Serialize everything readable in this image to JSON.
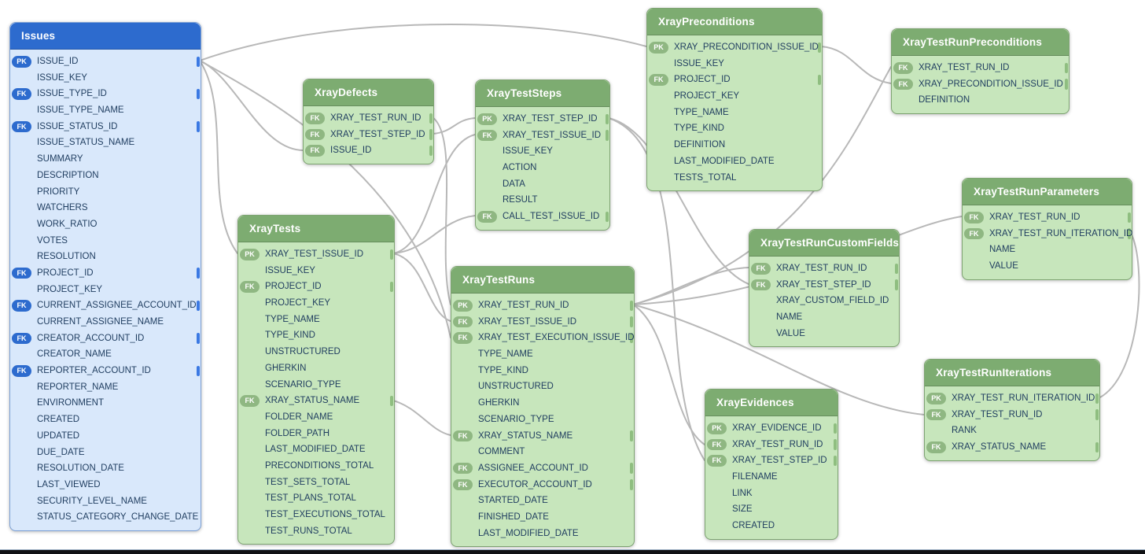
{
  "diagram": {
    "colors": {
      "accent_blue": "#2D6BCE",
      "blue_body": "#D9E8FB",
      "accent_green": "#7DAC71",
      "green_body": "#C7E6BC",
      "badge_green": "#8FB782",
      "relationship_line": "#B8B8B8",
      "field_text": "#1E3C5F",
      "bottom_bar": "#101114"
    },
    "badge_labels": {
      "primary_key": "PK",
      "foreign_key": "FK"
    },
    "tables": [
      {
        "id": "Issues",
        "title": "Issues",
        "theme": "blue",
        "fields": [
          {
            "key": "PK",
            "name": "ISSUE_ID"
          },
          {
            "key": "",
            "name": "ISSUE_KEY"
          },
          {
            "key": "FK",
            "name": "ISSUE_TYPE_ID"
          },
          {
            "key": "",
            "name": "ISSUE_TYPE_NAME"
          },
          {
            "key": "FK",
            "name": "ISSUE_STATUS_ID"
          },
          {
            "key": "",
            "name": "ISSUE_STATUS_NAME"
          },
          {
            "key": "",
            "name": "SUMMARY"
          },
          {
            "key": "",
            "name": "DESCRIPTION"
          },
          {
            "key": "",
            "name": "PRIORITY"
          },
          {
            "key": "",
            "name": "WATCHERS"
          },
          {
            "key": "",
            "name": "WORK_RATIO"
          },
          {
            "key": "",
            "name": "VOTES"
          },
          {
            "key": "",
            "name": "RESOLUTION"
          },
          {
            "key": "FK",
            "name": "PROJECT_ID"
          },
          {
            "key": "",
            "name": "PROJECT_KEY"
          },
          {
            "key": "FK",
            "name": "CURRENT_ASSIGNEE_ACCOUNT_ID"
          },
          {
            "key": "",
            "name": "CURRENT_ASSIGNEE_NAME"
          },
          {
            "key": "FK",
            "name": "CREATOR_ACCOUNT_ID"
          },
          {
            "key": "",
            "name": "CREATOR_NAME"
          },
          {
            "key": "FK",
            "name": "REPORTER_ACCOUNT_ID"
          },
          {
            "key": "",
            "name": "REPORTER_NAME"
          },
          {
            "key": "",
            "name": "ENVIRONMENT"
          },
          {
            "key": "",
            "name": "CREATED"
          },
          {
            "key": "",
            "name": "UPDATED"
          },
          {
            "key": "",
            "name": "DUE_DATE"
          },
          {
            "key": "",
            "name": "RESOLUTION_DATE"
          },
          {
            "key": "",
            "name": "LAST_VIEWED"
          },
          {
            "key": "",
            "name": "SECURITY_LEVEL_NAME"
          },
          {
            "key": "",
            "name": "STATUS_CATEGORY_CHANGE_DATE"
          }
        ]
      },
      {
        "id": "XrayDefects",
        "title": "XrayDefects",
        "theme": "green",
        "fields": [
          {
            "key": "FK",
            "name": "XRAY_TEST_RUN_ID"
          },
          {
            "key": "FK",
            "name": "XRAY_TEST_STEP_ID"
          },
          {
            "key": "FK",
            "name": "ISSUE_ID"
          }
        ]
      },
      {
        "id": "XrayTestSteps",
        "title": "XrayTestSteps",
        "theme": "green",
        "fields": [
          {
            "key": "PK",
            "name": "XRAY_TEST_STEP_ID"
          },
          {
            "key": "FK",
            "name": "XRAY_TEST_ISSUE_ID"
          },
          {
            "key": "",
            "name": "ISSUE_KEY"
          },
          {
            "key": "",
            "name": "ACTION"
          },
          {
            "key": "",
            "name": "DATA"
          },
          {
            "key": "",
            "name": "RESULT"
          },
          {
            "key": "FK",
            "name": "CALL_TEST_ISSUE_ID"
          }
        ]
      },
      {
        "id": "XrayPreconditions",
        "title": "XrayPreconditions",
        "theme": "green",
        "fields": [
          {
            "key": "PK",
            "name": "XRAY_PRECONDITION_ISSUE_ID"
          },
          {
            "key": "",
            "name": "ISSUE_KEY"
          },
          {
            "key": "FK",
            "name": "PROJECT_ID"
          },
          {
            "key": "",
            "name": "PROJECT_KEY"
          },
          {
            "key": "",
            "name": "TYPE_NAME"
          },
          {
            "key": "",
            "name": "TYPE_KIND"
          },
          {
            "key": "",
            "name": "DEFINITION"
          },
          {
            "key": "",
            "name": "LAST_MODIFIED_DATE"
          },
          {
            "key": "",
            "name": "TESTS_TOTAL"
          }
        ]
      },
      {
        "id": "XrayTestRunPreconditions",
        "title": "XrayTestRunPreconditions",
        "theme": "green",
        "fields": [
          {
            "key": "FK",
            "name": "XRAY_TEST_RUN_ID"
          },
          {
            "key": "FK",
            "name": "XRAY_PRECONDITION_ISSUE_ID"
          },
          {
            "key": "",
            "name": "DEFINITION"
          }
        ]
      },
      {
        "id": "XrayTests",
        "title": "XrayTests",
        "theme": "green",
        "fields": [
          {
            "key": "PK",
            "name": "XRAY_TEST_ISSUE_ID"
          },
          {
            "key": "",
            "name": "ISSUE_KEY"
          },
          {
            "key": "FK",
            "name": "PROJECT_ID"
          },
          {
            "key": "",
            "name": "PROJECT_KEY"
          },
          {
            "key": "",
            "name": "TYPE_NAME"
          },
          {
            "key": "",
            "name": "TYPE_KIND"
          },
          {
            "key": "",
            "name": "UNSTRUCTURED"
          },
          {
            "key": "",
            "name": "GHERKIN"
          },
          {
            "key": "",
            "name": "SCENARIO_TYPE"
          },
          {
            "key": "FK",
            "name": "XRAY_STATUS_NAME"
          },
          {
            "key": "",
            "name": "FOLDER_NAME"
          },
          {
            "key": "",
            "name": "FOLDER_PATH"
          },
          {
            "key": "",
            "name": "LAST_MODIFIED_DATE"
          },
          {
            "key": "",
            "name": "PRECONDITIONS_TOTAL"
          },
          {
            "key": "",
            "name": "TEST_SETS_TOTAL"
          },
          {
            "key": "",
            "name": "TEST_PLANS_TOTAL"
          },
          {
            "key": "",
            "name": "TEST_EXECUTIONS_TOTAL"
          },
          {
            "key": "",
            "name": "TEST_RUNS_TOTAL"
          }
        ]
      },
      {
        "id": "XrayTestRuns",
        "title": "XrayTestRuns",
        "theme": "green",
        "fields": [
          {
            "key": "PK",
            "name": "XRAY_TEST_RUN_ID"
          },
          {
            "key": "FK",
            "name": "XRAY_TEST_ISSUE_ID"
          },
          {
            "key": "FK",
            "name": "XRAY_TEST_EXECUTION_ISSUE_ID"
          },
          {
            "key": "",
            "name": "TYPE_NAME"
          },
          {
            "key": "",
            "name": "TYPE_KIND"
          },
          {
            "key": "",
            "name": "UNSTRUCTURED"
          },
          {
            "key": "",
            "name": "GHERKIN"
          },
          {
            "key": "",
            "name": "SCENARIO_TYPE"
          },
          {
            "key": "FK",
            "name": "XRAY_STATUS_NAME"
          },
          {
            "key": "",
            "name": "COMMENT"
          },
          {
            "key": "FK",
            "name": "ASSIGNEE_ACCOUNT_ID"
          },
          {
            "key": "FK",
            "name": "EXECUTOR_ACCOUNT_ID"
          },
          {
            "key": "",
            "name": "STARTED_DATE"
          },
          {
            "key": "",
            "name": "FINISHED_DATE"
          },
          {
            "key": "",
            "name": "LAST_MODIFIED_DATE"
          }
        ]
      },
      {
        "id": "XrayTestRunCustomFields",
        "title": "XrayTestRunCustomFields",
        "theme": "green",
        "fields": [
          {
            "key": "FK",
            "name": "XRAY_TEST_RUN_ID"
          },
          {
            "key": "FK",
            "name": "XRAY_TEST_STEP_ID"
          },
          {
            "key": "",
            "name": "XRAY_CUSTOM_FIELD_ID"
          },
          {
            "key": "",
            "name": "NAME"
          },
          {
            "key": "",
            "name": "VALUE"
          }
        ]
      },
      {
        "id": "XrayTestRunParameters",
        "title": "XrayTestRunParameters",
        "theme": "green",
        "fields": [
          {
            "key": "FK",
            "name": "XRAY_TEST_RUN_ID"
          },
          {
            "key": "FK",
            "name": "XRAY_TEST_RUN_ITERATION_ID"
          },
          {
            "key": "",
            "name": "NAME"
          },
          {
            "key": "",
            "name": "VALUE"
          }
        ]
      },
      {
        "id": "XrayEvidences",
        "title": "XrayEvidences",
        "theme": "green",
        "fields": [
          {
            "key": "PK",
            "name": "XRAY_EVIDENCE_ID"
          },
          {
            "key": "FK",
            "name": "XRAY_TEST_RUN_ID"
          },
          {
            "key": "FK",
            "name": "XRAY_TEST_STEP_ID"
          },
          {
            "key": "",
            "name": "FILENAME"
          },
          {
            "key": "",
            "name": "LINK"
          },
          {
            "key": "",
            "name": "SIZE"
          },
          {
            "key": "",
            "name": "CREATED"
          }
        ]
      },
      {
        "id": "XrayTestRunIterations",
        "title": "XrayTestRunIterations",
        "theme": "green",
        "fields": [
          {
            "key": "PK",
            "name": "XRAY_TEST_RUN_ITERATION_ID"
          },
          {
            "key": "FK",
            "name": "XRAY_TEST_RUN_ID"
          },
          {
            "key": "",
            "name": "RANK"
          },
          {
            "key": "FK",
            "name": "XRAY_STATUS_NAME"
          }
        ]
      }
    ],
    "relationships": [
      {
        "from": "Issues.ISSUE_ID",
        "to": "XrayPreconditions.XRAY_PRECONDITION_ISSUE_ID"
      },
      {
        "from": "Issues.ISSUE_ID",
        "to": "XrayDefects.ISSUE_ID"
      },
      {
        "from": "Issues.ISSUE_ID",
        "to": "XrayTests.XRAY_TEST_ISSUE_ID"
      },
      {
        "from": "Issues.ISSUE_ID",
        "to": "XrayTestRuns.XRAY_TEST_EXECUTION_ISSUE_ID"
      },
      {
        "from": "XrayTests.XRAY_TEST_ISSUE_ID",
        "to": "XrayTestSteps.XRAY_TEST_ISSUE_ID"
      },
      {
        "from": "XrayTests.XRAY_TEST_ISSUE_ID",
        "to": "XrayTestSteps.CALL_TEST_ISSUE_ID"
      },
      {
        "from": "XrayTests.XRAY_TEST_ISSUE_ID",
        "to": "XrayTestRuns.XRAY_TEST_ISSUE_ID"
      },
      {
        "from": "XrayDefects.XRAY_TEST_STEP_ID",
        "to": "XrayTestSteps.XRAY_TEST_STEP_ID"
      },
      {
        "from": "XrayDefects.XRAY_TEST_RUN_ID",
        "to": "XrayTestRuns.XRAY_TEST_RUN_ID"
      },
      {
        "from": "XrayTestSteps.XRAY_TEST_STEP_ID",
        "to": "XrayTestRunCustomFields.XRAY_TEST_STEP_ID"
      },
      {
        "from": "XrayTestSteps.XRAY_TEST_STEP_ID",
        "to": "XrayEvidences.XRAY_TEST_STEP_ID"
      },
      {
        "from": "XrayTestRuns.XRAY_TEST_RUN_ID",
        "to": "XrayTestRunCustomFields.XRAY_TEST_RUN_ID"
      },
      {
        "from": "XrayTestRuns.XRAY_TEST_RUN_ID",
        "to": "XrayEvidences.XRAY_TEST_RUN_ID"
      },
      {
        "from": "XrayTestRuns.XRAY_TEST_RUN_ID",
        "to": "XrayTestRunIterations.XRAY_TEST_RUN_ID"
      },
      {
        "from": "XrayTestRuns.XRAY_TEST_RUN_ID",
        "to": "XrayTestRunParameters.XRAY_TEST_RUN_ID"
      },
      {
        "from": "XrayTestRuns.XRAY_TEST_RUN_ID",
        "to": "XrayTestRunPreconditions.XRAY_TEST_RUN_ID"
      },
      {
        "from": "XrayPreconditions.XRAY_PRECONDITION_ISSUE_ID",
        "to": "XrayTestRunPreconditions.XRAY_PRECONDITION_ISSUE_ID"
      },
      {
        "from": "XrayTestRunIterations.XRAY_TEST_RUN_ITERATION_ID",
        "to": "XrayTestRunParameters.XRAY_TEST_RUN_ITERATION_ID"
      },
      {
        "from": "XrayTests.XRAY_STATUS_NAME",
        "to": "XrayTestRuns.XRAY_STATUS_NAME"
      }
    ]
  }
}
